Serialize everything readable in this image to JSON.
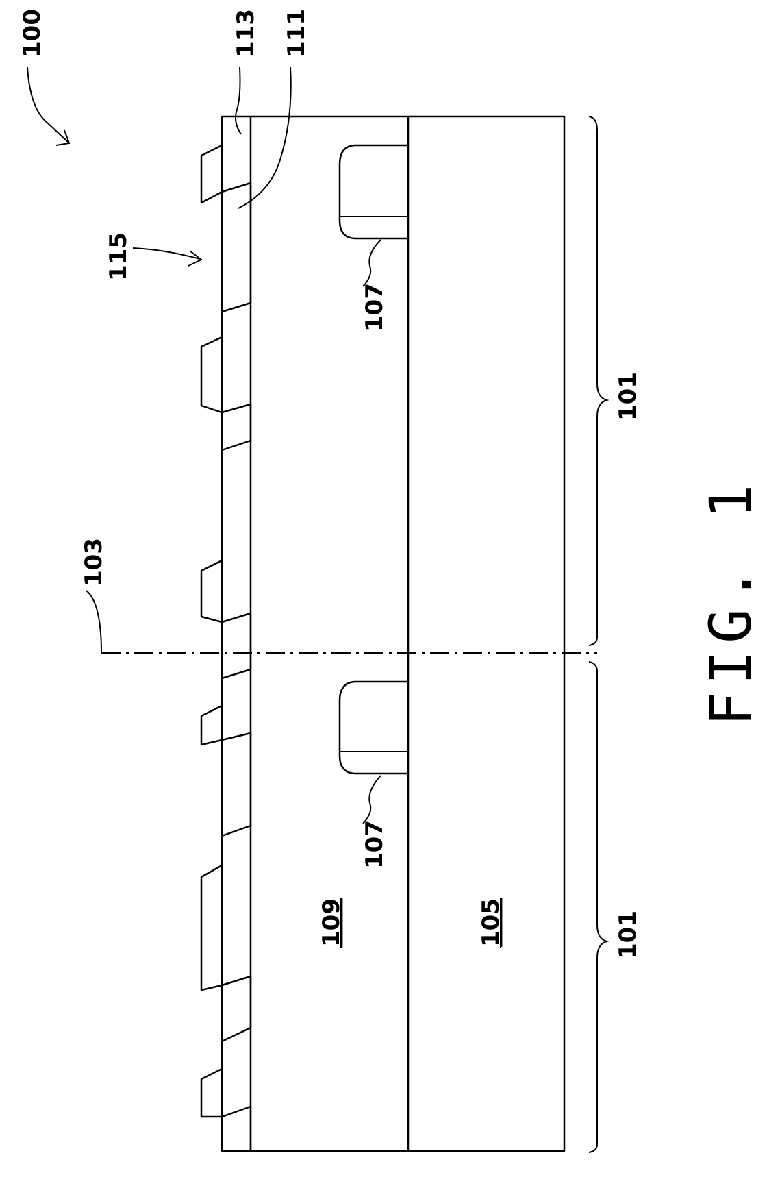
{
  "figure": {
    "caption": "FIG. 1",
    "labels": {
      "device": "100",
      "surface": "115",
      "layer_top": "113",
      "layer_interface": "111",
      "axis": "103",
      "region_upper": "109",
      "region_lower": "105",
      "feature_a": "107",
      "feature_b": "107",
      "unit_a": "101",
      "unit_b": "101"
    }
  }
}
